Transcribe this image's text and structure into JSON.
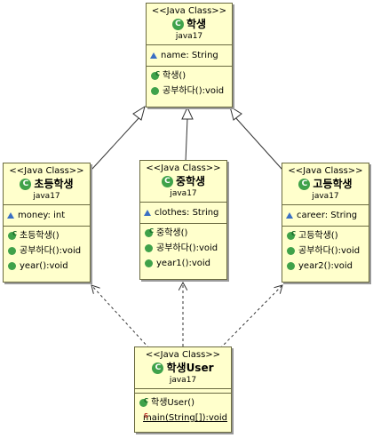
{
  "stereotype": "<<Java Class>>",
  "classes": {
    "student": {
      "name": "학생",
      "package": "java17",
      "attributes": [
        "name: String"
      ],
      "operations": [
        "학생()",
        "공부하다():void"
      ]
    },
    "elementary": {
      "name": "초등학생",
      "package": "java17",
      "attributes": [
        "money: int"
      ],
      "operations": [
        "초등학생()",
        "공부하다():void",
        "year():void"
      ]
    },
    "middle": {
      "name": "중학생",
      "package": "java17",
      "attributes": [
        "clothes: String"
      ],
      "operations": [
        "중학생()",
        "공부하다():void",
        "year1():void"
      ]
    },
    "high": {
      "name": "고등학생",
      "package": "java17",
      "attributes": [
        "career: String"
      ],
      "operations": [
        "고등학생()",
        "공부하다():void",
        "year2():void"
      ]
    },
    "user": {
      "name": "학생User",
      "package": "java17",
      "attributes": [],
      "operations": [
        "학생User()",
        "main(String[]):void"
      ]
    }
  },
  "relations": [
    {
      "type": "inheritance",
      "from": "초등학생",
      "to": "학생"
    },
    {
      "type": "inheritance",
      "from": "중학생",
      "to": "학생"
    },
    {
      "type": "inheritance",
      "from": "고등학생",
      "to": "학생"
    },
    {
      "type": "dependency",
      "from": "학생User",
      "to": "초등학생"
    },
    {
      "type": "dependency",
      "from": "학생User",
      "to": "중학생"
    },
    {
      "type": "dependency",
      "from": "학생User",
      "to": "고등학생"
    }
  ],
  "icons": {
    "class": "class-c-icon",
    "attribute": "package-attribute-triangle-icon",
    "constructor": "constructor-icon",
    "method": "method-icon",
    "static_method": "static-method-icon"
  },
  "colors": {
    "class_fill": "#ffffcc",
    "class_border": "#6a6a40",
    "class_icon": "#3fa24a",
    "attribute_icon": "#3a6fc4",
    "static_mark": "#c0392b"
  }
}
